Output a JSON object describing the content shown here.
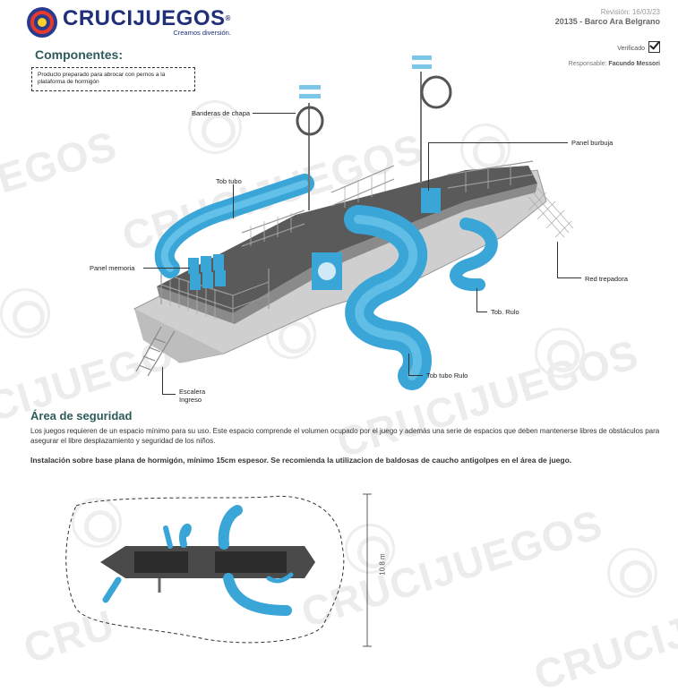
{
  "brand": {
    "name": "CRUCIJUEGOS",
    "registered": "®",
    "tagline": "Creamos diversión."
  },
  "revision": {
    "date": "Revisión: 16/03/23",
    "title": "20135 - Barco Ara Belgrano"
  },
  "verification": {
    "label": "Verificado",
    "checked": true,
    "responsible_label": "Responsable:",
    "responsible_name": "Facundo Messori"
  },
  "components": {
    "title": "Componentes:",
    "note": "Producto preparado para abrocar con pernos a la plataforma de hormigón"
  },
  "callouts": {
    "banderas": "Banderas de chapa",
    "tob_tubo": "Tob tubo",
    "panel_burbuja": "Panel burbuja",
    "panel_memoria": "Panel memoria",
    "red_trepadora": "Red trepadora",
    "tob_rulo": "Tob. Rulo",
    "tob_tubo_rulo": "Tob tubo Rulo",
    "escalera_line1": "Escalera",
    "escalera_line2": "Ingreso"
  },
  "safety": {
    "title": "Área de seguridad",
    "description": "Los juegos requieren de un espacio mínimo para su uso. Este espacio comprende el volumen ocupado por el juego y además una serie de espacios que deben mantenerse libres de obstáculos para asegurar el libre desplazamiento y seguridad de los niños.",
    "installation": "Instalación sobre base plana de hormigón, mínimo 15cm espesor. Se recomienda la utilizacion de baldosas de caucho antigolpes en el área de juego.",
    "dimension": "10.8 m"
  },
  "colors": {
    "slide_blue": "#3aa6d8",
    "heading_teal": "#2f5b5b",
    "brand_navy": "#1f2f7a",
    "brand_red": "#e63a2e",
    "brand_yellow": "#fcd02b"
  }
}
